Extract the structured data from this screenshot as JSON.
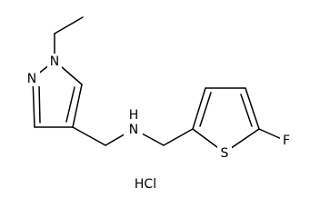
{
  "structure": {
    "atoms": {
      "n1": "N",
      "n2": "N",
      "amine": "N",
      "amine_h": "H",
      "sulfur": "S",
      "fluorine": "F"
    },
    "salt": "HCl"
  }
}
